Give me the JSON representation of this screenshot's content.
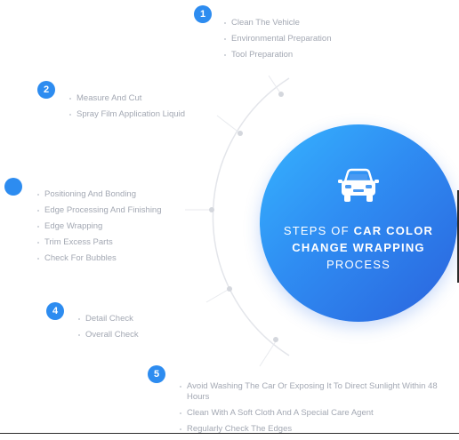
{
  "hub": {
    "title_prefix": "STEPS OF ",
    "title_bold_1": "CAR COLOR",
    "title_bold_2": "CHANGE WRAPPING",
    "title_line_3": "PROCESS",
    "icon": "car-front-icon"
  },
  "steps": [
    {
      "number": "1",
      "items": [
        "Clean The Vehicle",
        "Environmental Preparation",
        "Tool Preparation"
      ]
    },
    {
      "number": "2",
      "items": [
        "Measure And Cut",
        "Spray Film Application Liquid"
      ]
    },
    {
      "number": "",
      "items": [
        "Positioning And Bonding",
        "Edge Processing And Finishing",
        "Edge Wrapping",
        "Trim Excess Parts",
        "Check For Bubbles"
      ]
    },
    {
      "number": "4",
      "items": [
        "Detail Check",
        "Overall Check"
      ]
    },
    {
      "number": "5",
      "items": [
        "Avoid Washing The Car Or Exposing It To Direct Sunlight Within 48 Hours",
        "Clean With A Soft Cloth And A Special Care Agent",
        "Regularly Check The Edges"
      ]
    }
  ],
  "colors": {
    "accent": "#2d8cf0",
    "text": "#a3a8b3",
    "arc": "#e3e5ea",
    "dot": "#d4d7dd"
  }
}
